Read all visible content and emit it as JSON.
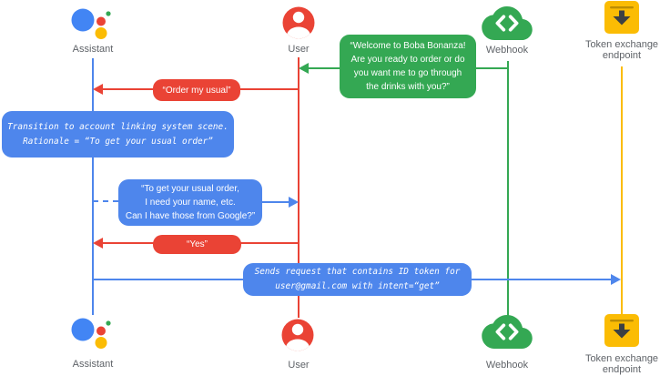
{
  "colors": {
    "blue": "#4e86ec",
    "red": "#ea4335",
    "green": "#34a853",
    "yellow": "#fbbc04",
    "label_text": "#5f6368"
  },
  "actors": {
    "assistant": {
      "label": "Assistant",
      "icon": "google-assistant-icon"
    },
    "user": {
      "label": "User",
      "icon": "user-icon"
    },
    "webhook": {
      "label": "Webhook",
      "icon": "webhook-cloud-icon"
    },
    "token": {
      "label": "Token exchange endpoint",
      "icon": "token-exchange-endpoint-icon"
    }
  },
  "messages": {
    "welcome": {
      "line1": "“Welcome to Boba Bonanza!",
      "line2": "Are you ready to order or do",
      "line3": "you want me to go through",
      "line4": "the drinks with you?”"
    },
    "order_usual": {
      "line1": "“Order my usual”"
    },
    "transition_note": {
      "line1": "Transition to account linking system scene.",
      "line2": "Rationale = “To get your usual order”"
    },
    "get_usual": {
      "line1": "“To get your usual order,",
      "line2": "I need your name, etc.",
      "line3": "Can I have those from Google?”"
    },
    "yes": {
      "line1": "“Yes”"
    },
    "sends_request": {
      "line1": "Sends request that contains ID token for",
      "line2": "user@gmail.com with intent=“get”"
    }
  }
}
